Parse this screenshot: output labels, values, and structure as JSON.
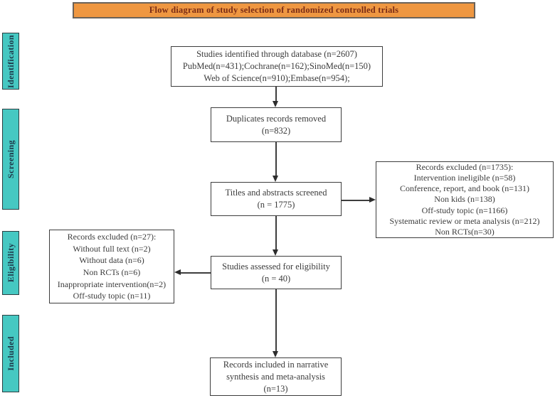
{
  "title": "Flow diagram of study selection of randomized controlled trials",
  "stages": [
    {
      "label": "Identification"
    },
    {
      "label": "Screening"
    },
    {
      "label": "Eligibility"
    },
    {
      "label": "Included"
    }
  ],
  "boxes": {
    "identified": {
      "lines": [
        "Studies identified through database (n=2607)",
        "PubMed(n=431);Cochrane(n=162);SinoMed(n=150)",
        "Web of Science(n=910);Embase(n=954);"
      ]
    },
    "duplicates_removed": {
      "lines": [
        "Duplicates records removed",
        "(n=832)"
      ]
    },
    "titles_screened": {
      "lines": [
        "Titles and abstracts screened",
        "(n = 1775)"
      ]
    },
    "records_excluded_screening": {
      "lines": [
        "Records excluded (n=1735):",
        "Intervention ineligible (n=58)",
        "Conference, report, and book (n=131)",
        "Non kids (n=138)",
        "Off-study topic (n=1166)",
        "Systematic review or meta analysis (n=212)",
        "Non RCTs(n=30)"
      ]
    },
    "assessed_eligibility": {
      "lines": [
        "Studies assessed for eligibility",
        "(n = 40)"
      ]
    },
    "records_excluded_eligibility": {
      "lines": [
        "Records excluded (n=27):",
        "Without full text (n=2)",
        "Without data (n=6)",
        "Non RCTs (n=6)",
        "Inappropriate intervention(n=2)",
        "Off-study topic (n=11)"
      ]
    },
    "included_final": {
      "lines": [
        "Records included in narrative",
        "synthesis and meta-analysis",
        "(n=13)"
      ]
    }
  },
  "colors": {
    "stage_fill": "#46c8c2",
    "title_fill": "#ef9741",
    "title_text": "#7b2c15",
    "box_border": "#3d3d3d",
    "box_text": "#3b3b3b"
  }
}
